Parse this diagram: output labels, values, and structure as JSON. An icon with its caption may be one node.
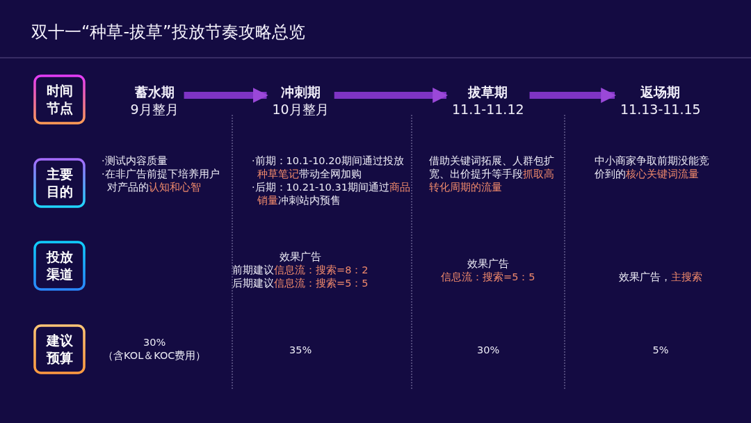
{
  "diagram": {
    "title": "双十一“种草-拔草”投放节奏攻略总览",
    "nodes": [
      {
        "text": [
          "时间节点"
        ]
      },
      {
        "text": [
          "主要目的"
        ]
      },
      {
        "text": [
          "投放渠道"
        ]
      },
      {
        "text": [
          "建议预算"
        ]
      },
      {
        "text": [
          "蓄水期",
          "9月整月"
        ]
      },
      {
        "text": [
          "冲刺期",
          "10月整月"
        ]
      },
      {
        "text": [
          "拔草期",
          "11.1-11.12"
        ]
      },
      {
        "text": [
          "返场期",
          "11.13-11.15"
        ]
      }
    ],
    "edges": [
      {
        "from": 4,
        "to": 5,
        "arrow": "to"
      },
      {
        "from": 5,
        "to": 6,
        "arrow": "to"
      },
      {
        "from": 6,
        "to": 7,
        "arrow": "to"
      }
    ],
    "labels": [
      "·测试内容质量",
      "·在非广告前提下培养用户对产品的**认知和心智**",
      "·前期：10.1-10.20期间通过投放**种草笔记**带动全网加购",
      "·后期：10.21-10.31期间通过**商品销量**冲刺站内预售",
      "借助关键词拓展、人群包扩宽、出价提升等手段**抓取高转化周期的流量**",
      "中小商家争取前期没能竞价到的**核心关键词流量**",
      "效果广告",
      "前期建议**信息流：搜索=8：2**",
      "后期建议**信息流：搜索=5：5**",
      "效果广告",
      "**信息流：搜索=5：5**",
      "效果广告，**主搜索**",
      "30%",
      "（含KOL＆KOC费用）",
      "35%",
      "30%",
      "5%"
    ]
  }
}
